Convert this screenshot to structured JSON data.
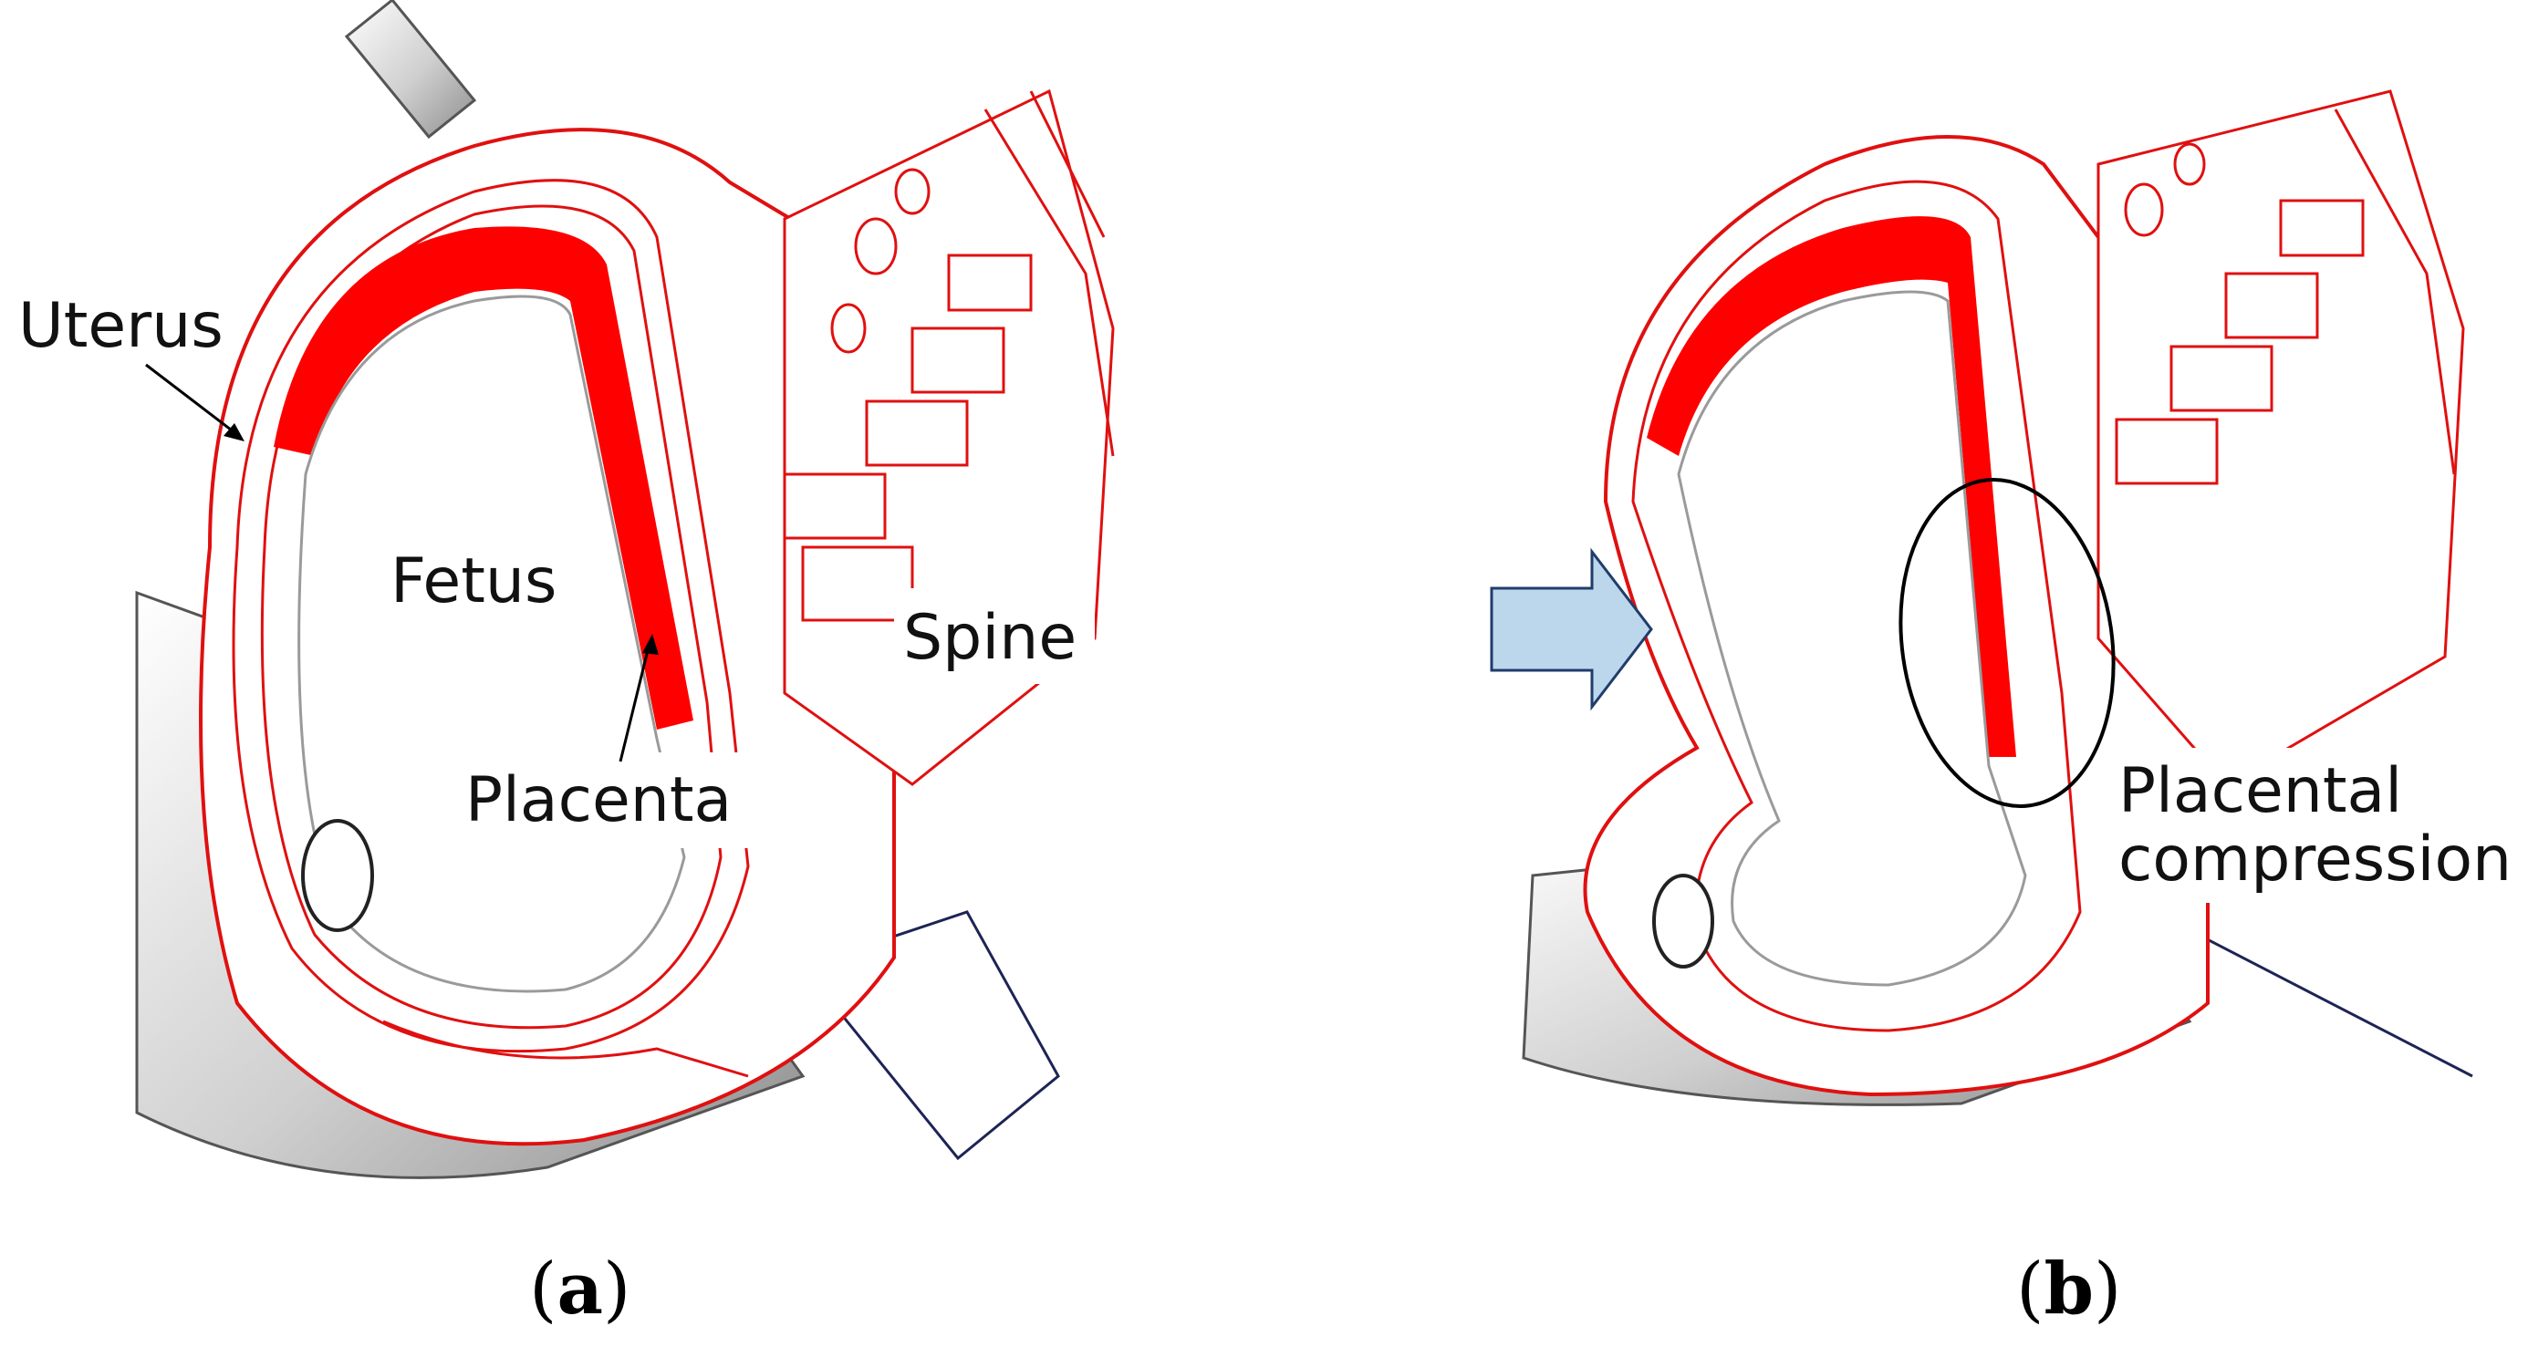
{
  "panels": [
    {
      "id": "a",
      "caption_open": "(",
      "caption_letter": "a",
      "caption_close": ")",
      "labels": {
        "uterus": "Uterus",
        "fetus": "Fetus",
        "spine": "Spine",
        "placenta": "Placenta"
      }
    },
    {
      "id": "b",
      "caption_open": "(",
      "caption_letter": "b",
      "caption_close": ")",
      "labels": {
        "placental_line1": "Placental",
        "placental_line2": "compression"
      }
    }
  ],
  "colors": {
    "placenta": "#ff0000",
    "outline": "#e01010",
    "arrow": "#bcd6ec",
    "arrow_stroke": "#1f3d6b",
    "shading": "#e6e6e6"
  }
}
